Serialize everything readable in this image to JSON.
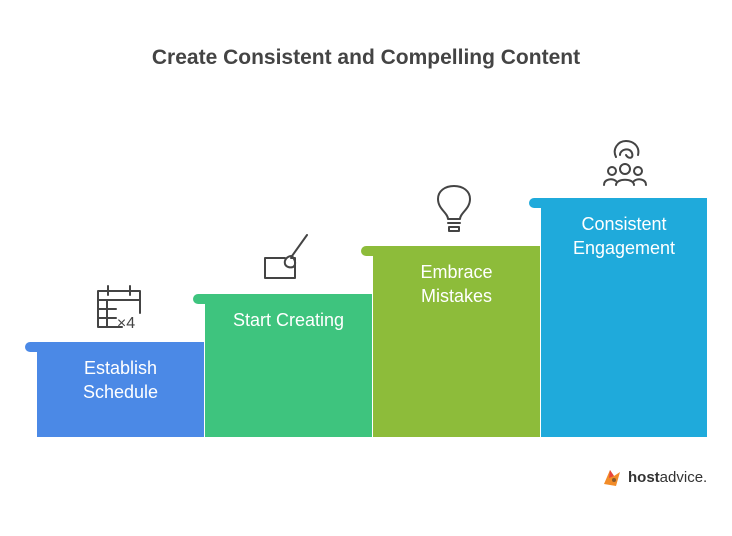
{
  "title": "Create Consistent and Compelling Content",
  "steps": [
    {
      "label": "Establish\nSchedule",
      "color": "#4B89E6",
      "icon": "calendar-times-4-icon",
      "icon_text": "×4"
    },
    {
      "label": "Start Creating",
      "color": "#3EC47E",
      "icon": "paintbrush-icon"
    },
    {
      "label": "Embrace\nMistakes",
      "color": "#8DBC3A",
      "icon": "lightbulb-icon"
    },
    {
      "label": "Consistent\nEngagement",
      "color": "#1FAADB",
      "icon": "community-engagement-icon"
    }
  ],
  "brand": {
    "name_bold": "host",
    "name_regular": "advice."
  }
}
